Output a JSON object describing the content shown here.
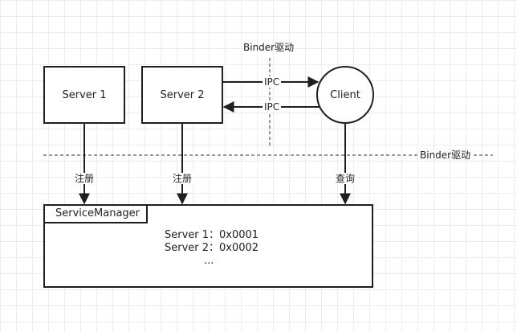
{
  "nodes": {
    "server1": "Server 1",
    "server2": "Server 2",
    "client": "Client"
  },
  "edges": {
    "ipc_request": "IPC",
    "ipc_response": "IPC",
    "register_server1": "注册",
    "register_server2": "注册",
    "lookup": "查询"
  },
  "boundaries": {
    "binder_vertical_label": "Binder驱动",
    "binder_horizontal_label": "Binder驱动"
  },
  "service_manager": {
    "title": "ServiceManager",
    "entries": [
      "Server 1：0x0001",
      "Server 2：0x0002",
      "..."
    ]
  }
}
